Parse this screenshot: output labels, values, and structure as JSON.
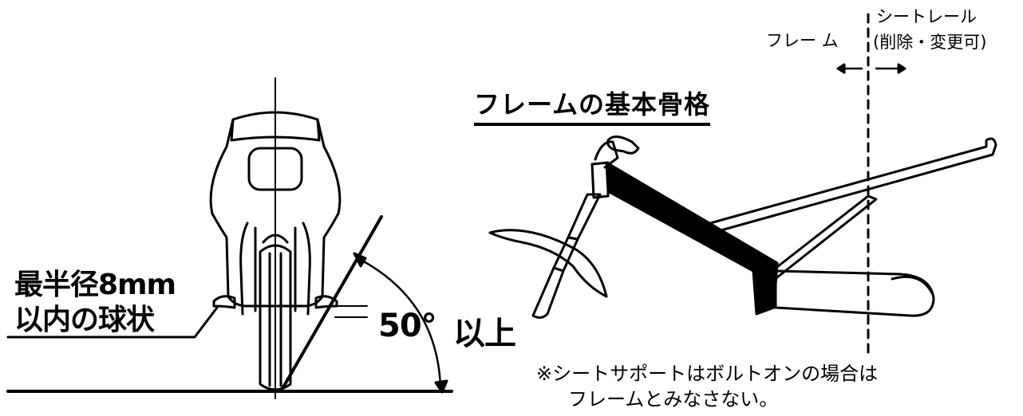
{
  "left_diagram": {
    "label_radius": [
      "最半径8mm",
      "以内の球状"
    ],
    "angle_value": "50°",
    "angle_suffix": "以上"
  },
  "right_diagram": {
    "title": "フレームの基本骨格",
    "frame_label": "フレー ム",
    "seat_rail_label": [
      "シートレール",
      "(削除・変更可)"
    ],
    "note": [
      "※シートサポートはボルトオンの場合は",
      "フレームとみなさない。"
    ]
  },
  "colors": {
    "ink": "#000000",
    "background": "#ffffff"
  }
}
